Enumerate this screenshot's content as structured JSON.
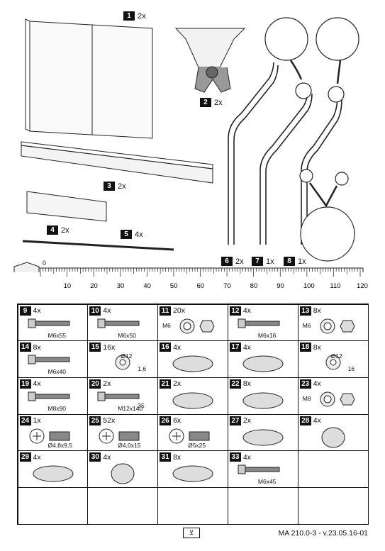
{
  "top_parts": [
    {
      "n": "1",
      "q": "2x"
    },
    {
      "n": "2",
      "q": "2x"
    },
    {
      "n": "3",
      "q": "2x"
    },
    {
      "n": "4",
      "q": "2x"
    },
    {
      "n": "5",
      "q": "4x"
    },
    {
      "n": "6",
      "q": "2x"
    },
    {
      "n": "7",
      "q": "1x"
    },
    {
      "n": "8",
      "q": "1x"
    }
  ],
  "ruler": {
    "zero": "0",
    "ticks": [
      "10",
      "20",
      "30",
      "40",
      "50",
      "60",
      "70",
      "80",
      "90",
      "100",
      "110",
      "120"
    ]
  },
  "cells": [
    {
      "n": "9",
      "q": "4x",
      "label": "M6x55"
    },
    {
      "n": "10",
      "q": "4x",
      "label": "M6x50"
    },
    {
      "n": "11",
      "q": "20x",
      "label": "M6"
    },
    {
      "n": "12",
      "q": "4x",
      "label": "M6x16"
    },
    {
      "n": "13",
      "q": "8x",
      "label": "M6"
    },
    {
      "n": "14",
      "q": "8x",
      "label": "M6x40"
    },
    {
      "n": "15",
      "q": "16x",
      "label": "Ø12",
      "label2": "1,6"
    },
    {
      "n": "16",
      "q": "4x"
    },
    {
      "n": "17",
      "q": "4x"
    },
    {
      "n": "18",
      "q": "8x",
      "label": "Ø12",
      "label2": "16"
    },
    {
      "n": "19",
      "q": "4x",
      "label": "M8x90"
    },
    {
      "n": "20",
      "q": "2x",
      "label": "M12x140",
      "label2": "35"
    },
    {
      "n": "21",
      "q": "2x"
    },
    {
      "n": "22",
      "q": "8x"
    },
    {
      "n": "23",
      "q": "4x",
      "label": "M8"
    },
    {
      "n": "24",
      "q": "1x",
      "label": "Ø4,8x9,5"
    },
    {
      "n": "25",
      "q": "52x",
      "label": "Ø4,0x15"
    },
    {
      "n": "26",
      "q": "6x",
      "label": "Ø5x25"
    },
    {
      "n": "27",
      "q": "2x"
    },
    {
      "n": "28",
      "q": "4x"
    },
    {
      "n": "29",
      "q": "4x"
    },
    {
      "n": "30",
      "q": "4x"
    },
    {
      "n": "31",
      "q": "8x"
    },
    {
      "n": "33",
      "q": "4x",
      "label": "M6x45"
    }
  ],
  "footer": {
    "mark": "⊻",
    "code": "MA 210.0-3 - v.23.05.16-01"
  }
}
